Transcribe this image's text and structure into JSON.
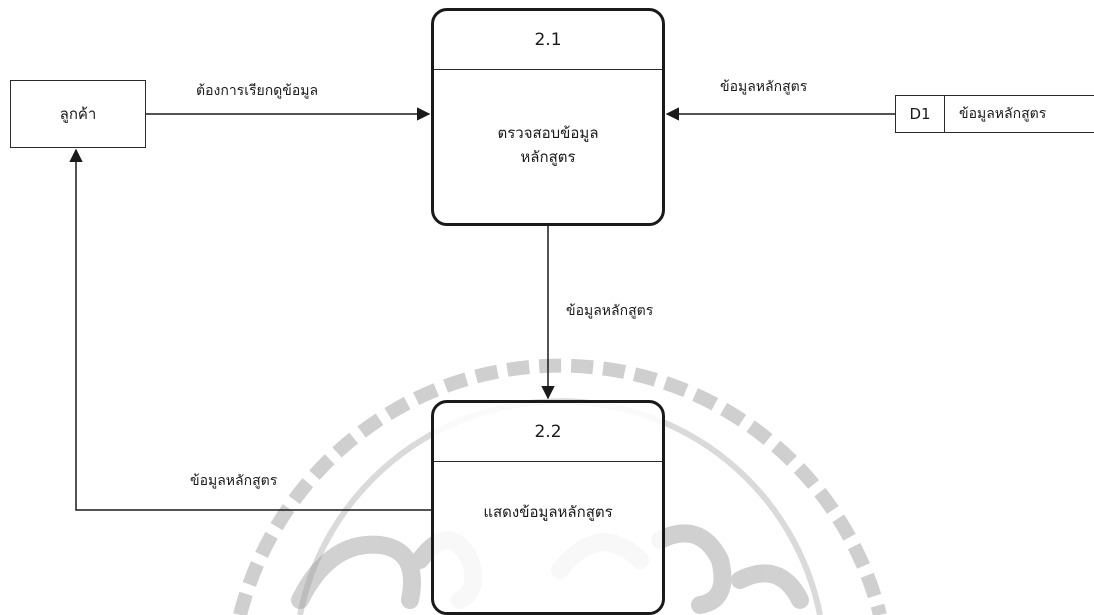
{
  "entity": {
    "label": "ลูกค้า"
  },
  "processes": [
    {
      "id": "2.1",
      "name_line1": "ตรวจสอบข้อมูล",
      "name_line2": "หลักสูตร"
    },
    {
      "id": "2.2",
      "name": "แสดงข้อมูลหลักสูตร"
    }
  ],
  "data_store": {
    "id": "D1",
    "name": "ข้อมูลหลักสูตร"
  },
  "flows": {
    "entity_to_p1": "ต้องการเรียกดูข้อมูล",
    "store_to_p1": "ข้อมูลหลักสูตร",
    "p1_to_p2": "ข้อมูลหลักสูตร",
    "p2_to_entity": "ข้อมูลหลักสูตร"
  },
  "colors": {
    "line": "#1a1a1a",
    "watermark": "#9a9a9a"
  }
}
